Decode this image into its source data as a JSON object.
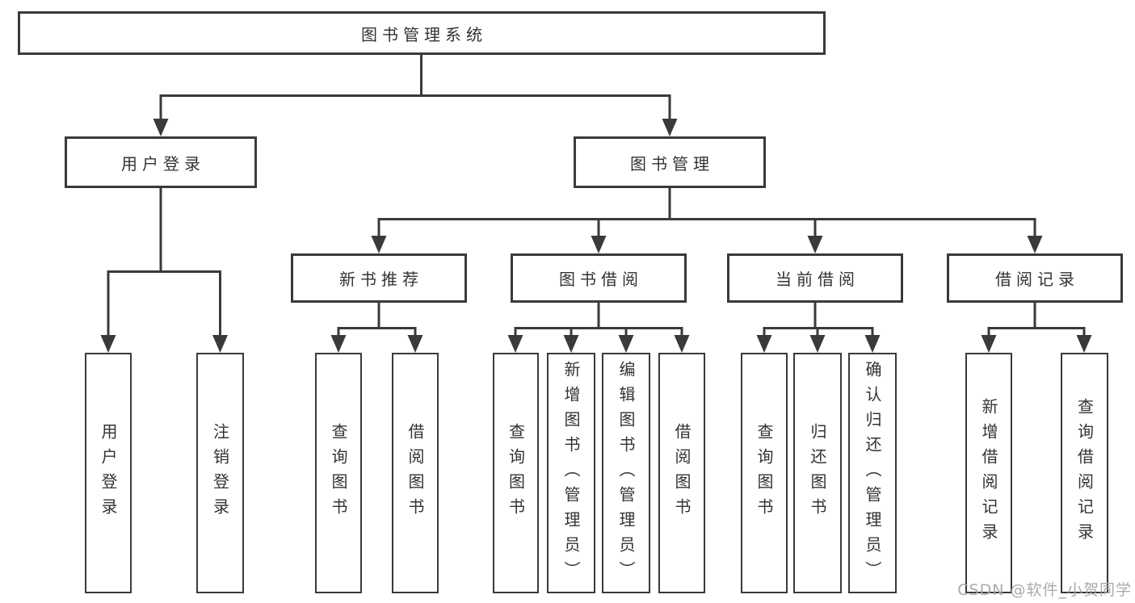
{
  "diagram_title": "图书管理系统",
  "tree": {
    "label": "图书管理系统",
    "children": [
      {
        "label": "用户登录",
        "children": [
          {
            "label": "用户登录"
          },
          {
            "label": "注销登录"
          }
        ]
      },
      {
        "label": "图书管理",
        "children": [
          {
            "label": "新书推荐",
            "children": [
              {
                "label": "查询图书"
              },
              {
                "label": "借阅图书"
              }
            ]
          },
          {
            "label": "图书借阅",
            "children": [
              {
                "label": "查询图书"
              },
              {
                "label": "新增图书（管理员）"
              },
              {
                "label": "编辑图书（管理员）"
              },
              {
                "label": "借阅图书"
              }
            ]
          },
          {
            "label": "当前借阅",
            "children": [
              {
                "label": "查询图书"
              },
              {
                "label": "归还图书"
              },
              {
                "label": "确认归还（管理员）"
              }
            ]
          },
          {
            "label": "借阅记录",
            "children": [
              {
                "label": "新增借阅记录"
              },
              {
                "label": "查询借阅记录"
              }
            ]
          }
        ]
      }
    ]
  },
  "watermark": "CSDN @软件_小贺同学",
  "colors": {
    "line": "#3a3a3a",
    "box_border": "#3a3a3a",
    "box_fill": "#ffffff",
    "text": "#333333",
    "watermark": "#a5a5a5",
    "background": "#ffffff"
  }
}
